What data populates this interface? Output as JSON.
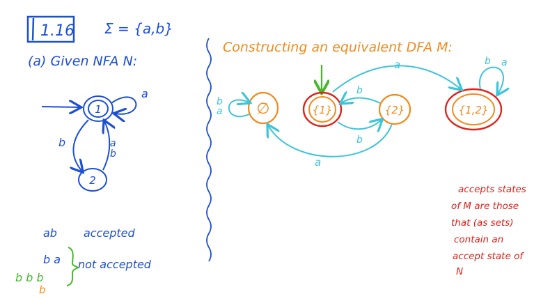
{
  "colors": {
    "ink_blue": "#1c4fd6",
    "orange": "#f08a1c",
    "red": "#e0201a",
    "green": "#47b82c",
    "cyan": "#3cc4d8"
  },
  "left": {
    "exercise": "1.16",
    "alphabet": "Σ = {a,b}",
    "part_heading": "(a)  Given NFA  N:",
    "nfa": {
      "states": [
        "1",
        "2"
      ],
      "start_state": "1",
      "accept_states": [
        "1"
      ],
      "transitions": [
        {
          "from": "1",
          "to": "1",
          "label": "a"
        },
        {
          "from": "1",
          "to": "2",
          "label": "b"
        },
        {
          "from": "2",
          "to": "1",
          "label": "a\nb"
        }
      ],
      "label_self_a": "a",
      "label_b": "b",
      "label_a": "a",
      "label_b2": "b"
    },
    "examples": {
      "ab": "ab",
      "ab_result": "accepted",
      "ba": "b a",
      "bbb_1": "b b b",
      "bbb_2": "b",
      "not_accepted": "not accepted"
    }
  },
  "right": {
    "heading": "Constructing an equivalent DFA M:",
    "dfa": {
      "states": [
        {
          "id": "empty",
          "label": "∅",
          "start": false,
          "accept": false
        },
        {
          "id": "s1",
          "label": "{1}",
          "start": true,
          "accept": true
        },
        {
          "id": "s2",
          "label": "{2}",
          "start": false,
          "accept": false
        },
        {
          "id": "s12",
          "label": "{1,2}",
          "start": false,
          "accept": true
        }
      ],
      "transitions": [
        {
          "from": "empty",
          "to": "empty",
          "label": "b\na"
        },
        {
          "from": "s1",
          "to": "s12",
          "label": "a"
        },
        {
          "from": "s2",
          "to": "s1",
          "label": "b"
        },
        {
          "from": "s1",
          "to": "s2",
          "label": "b"
        },
        {
          "from": "s2",
          "to": "empty",
          "label": "a"
        },
        {
          "from": "s12",
          "to": "s12",
          "label": "b a"
        }
      ],
      "label_empty_b": "b",
      "label_empty_a": "a",
      "label_top_a": "a",
      "label_mid_b": "b",
      "label_low_b": "b",
      "label_bottom_a": "a",
      "label_self_b": "b",
      "label_self_a": "a"
    },
    "note_lines": [
      "accepts states",
      "of M are those",
      "that (as sets)",
      "contain an",
      "accept state of",
      "N"
    ]
  }
}
